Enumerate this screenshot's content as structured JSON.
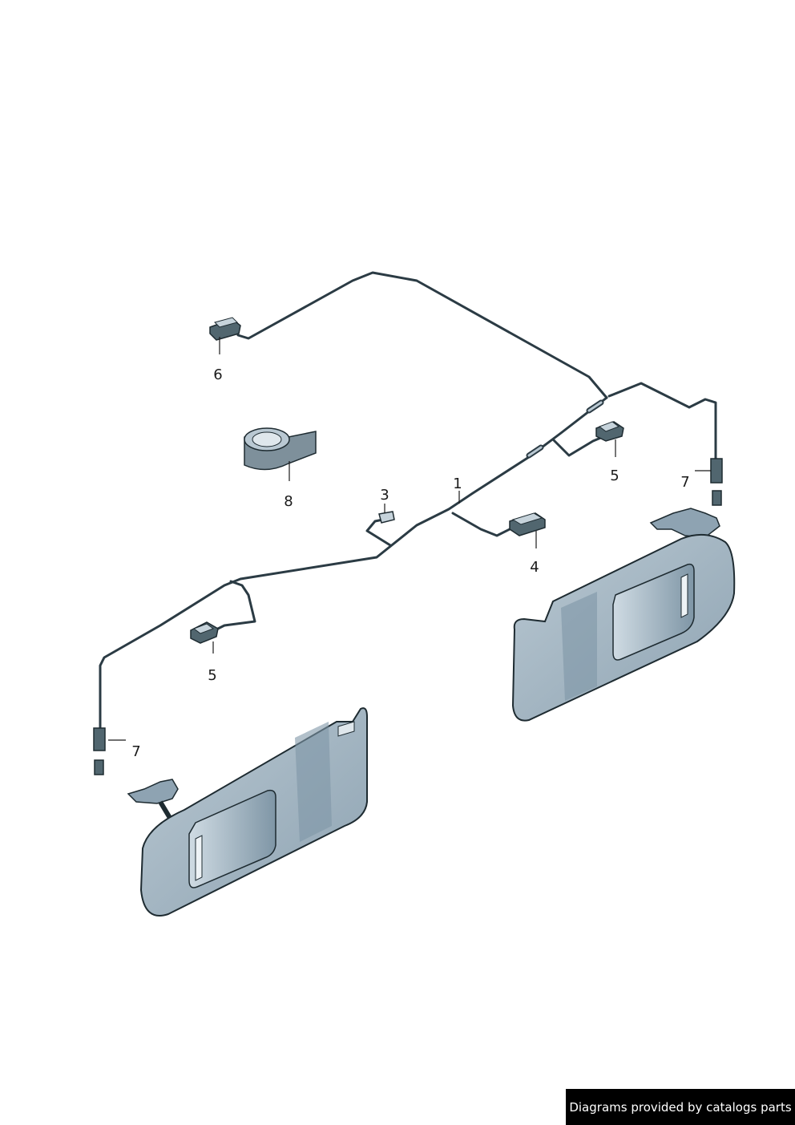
{
  "callouts": {
    "part_1": "1",
    "part_3": "3",
    "part_4": "4",
    "part_5_right": "5",
    "part_5_left": "5",
    "part_6": "6",
    "part_7_right": "7",
    "part_7_left": "7",
    "part_8": "8"
  },
  "footer": {
    "text": "Diagrams provided by catalogs parts"
  },
  "colors": {
    "wire": "#2b3b44",
    "visor_fill": "#9fb2bf",
    "visor_dark": "#7f96a6",
    "connector": "#51666f",
    "tape": "#7e909b"
  }
}
